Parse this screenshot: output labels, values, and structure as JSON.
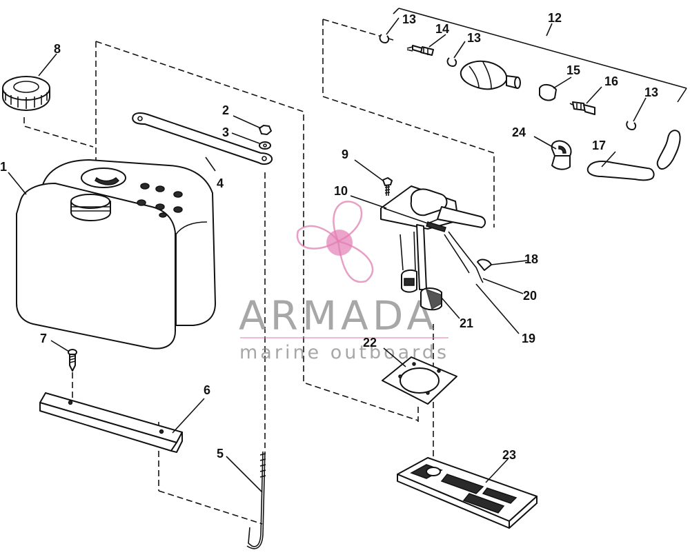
{
  "callouts": {
    "c1": "1",
    "c2": "2",
    "c3": "3",
    "c4": "4",
    "c5": "5",
    "c6": "6",
    "c7": "7",
    "c8": "8",
    "c9": "9",
    "c10": "10",
    "c12": "12",
    "c13a": "13",
    "c13b": "13",
    "c13c": "13",
    "c14": "14",
    "c15": "15",
    "c16": "16",
    "c17": "17",
    "c18": "18",
    "c19": "19",
    "c20": "20",
    "c21": "21",
    "c22": "22",
    "c23": "23",
    "c24": "24"
  },
  "watermark": {
    "brand": "ARMADA",
    "tagline": "marine outboards",
    "colors": {
      "logo": "#e47db3",
      "text": "#8a8a8a"
    }
  }
}
